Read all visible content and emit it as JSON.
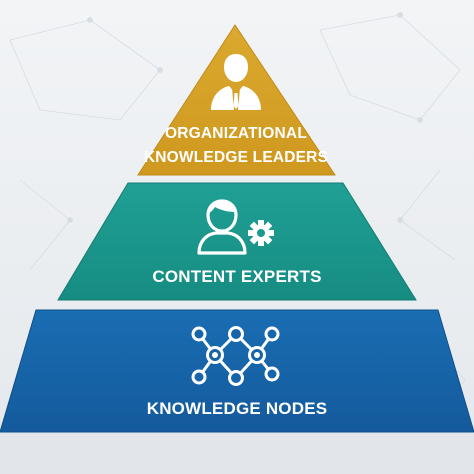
{
  "pyramid": {
    "tiers": [
      {
        "id": "top",
        "label_lines": [
          "ORGANIZATIONAL",
          "KNOWLEDGE LEADERS"
        ],
        "icon": "leader-person-icon",
        "color": "#d7a128"
      },
      {
        "id": "middle",
        "label_lines": [
          "CONTENT EXPERTS"
        ],
        "icon": "expert-person-gear-icon",
        "color": "#1b9a8f"
      },
      {
        "id": "bottom",
        "label_lines": [
          "KNOWLEDGE NODES"
        ],
        "icon": "network-nodes-icon",
        "color": "#1764a9"
      }
    ]
  },
  "colors": {
    "background": "#eef1f4",
    "network_lines": "#c9d3dc",
    "icon": "#ffffff"
  }
}
